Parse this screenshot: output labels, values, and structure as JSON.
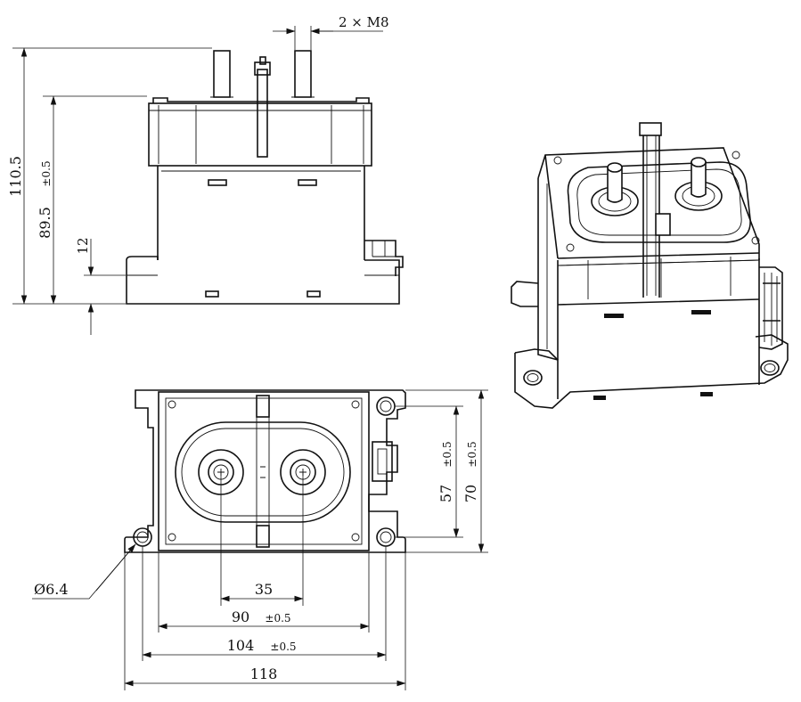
{
  "drawing": {
    "views": [
      "front-view",
      "top-view",
      "isometric-view"
    ],
    "dimensions": {
      "thread": "2 × M8",
      "total_height": "110.5",
      "body_height": "89.5",
      "body_height_tol": "±0.5",
      "flange_height": "12",
      "terminal_spacing": "35",
      "mount_width_inner": "90",
      "mount_width_inner_tol": "±0.5",
      "hole_spacing": "104",
      "hole_spacing_tol": "±0.5",
      "overall_width": "118",
      "depth_inner": "57",
      "depth_inner_tol": "±0.5",
      "depth_outer": "70",
      "depth_outer_tol": "±0.5",
      "hole_diameter": "Ø6.4"
    },
    "colors": {
      "line": "#111111",
      "background": "#ffffff"
    }
  }
}
